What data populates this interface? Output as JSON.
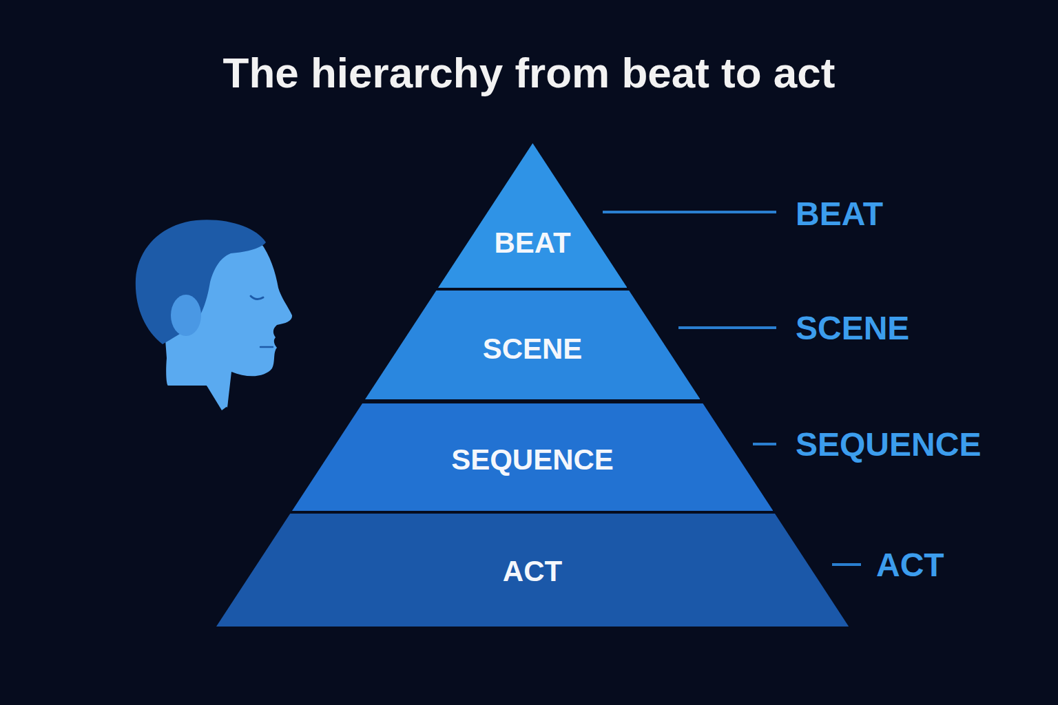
{
  "diagram": {
    "title": "The hierarchy from beat to act",
    "nodes": [
      {
        "text": [
          "BEAT"
        ]
      },
      {
        "text": [
          "SCENE"
        ]
      },
      {
        "text": [
          "SEQUENCE"
        ]
      },
      {
        "text": [
          "ACT"
        ]
      }
    ],
    "labels": [
      "BEAT",
      "SCENE",
      "SEQUENCE",
      "ACT"
    ]
  }
}
